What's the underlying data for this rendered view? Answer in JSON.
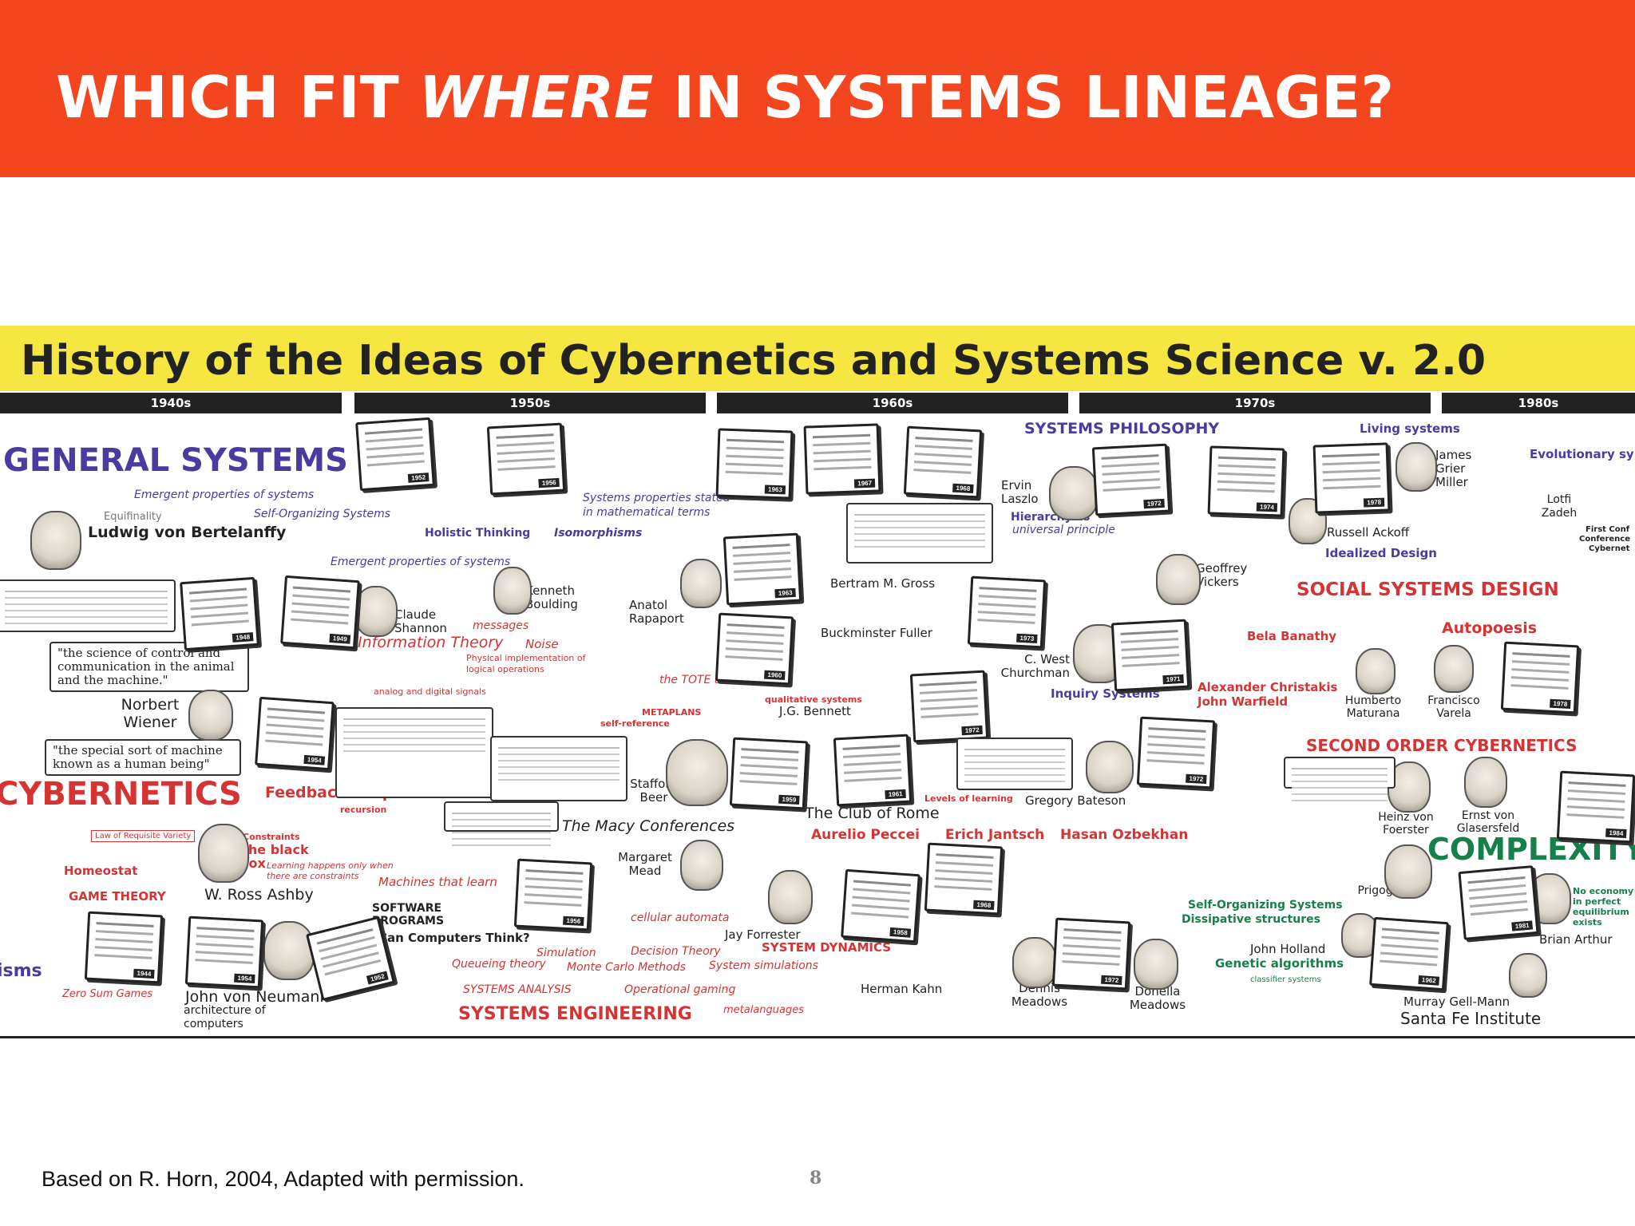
{
  "slide": {
    "title_pre": "WHICH FIT ",
    "title_em": "WHERE",
    "title_post": " IN SYSTEMS LINEAGE?",
    "footer": "Based on R. Horn, 2004, Adapted with permission.",
    "page_number": "8"
  },
  "poster": {
    "title": "History of the Ideas of Cybernetics and Systems Science v. 2.0",
    "decades": [
      "1940s",
      "1950s",
      "1960s",
      "1970s",
      "1980s"
    ],
    "headings": {
      "general_systems": "GENERAL SYSTEMS",
      "cybernetics": "CYBERNETICS",
      "systems_philosophy": "SYSTEMS PHILOSOPHY",
      "social_systems_design": "SOCIAL SYSTEMS DESIGN",
      "second_order": "SECOND ORDER CYBERNETICS",
      "complexity": "COMPLEXITY",
      "systems_engineering": "SYSTEMS ENGINEERING",
      "system_dynamics": "SYSTEM DYNAMICS",
      "game_theory": "GAME THEORY",
      "autopoesis": "Autopoesis",
      "living_systems": "Living systems",
      "evolutionary": "Evolutionary sy",
      "isms": "isms"
    },
    "people": {
      "bertelanffy": "Ludwig von Bertelanffy",
      "shannon": "Claude Shannon",
      "boulding": "Kenneth Boulding",
      "rapoport": "Anatol Rapaport",
      "wiener": "Norbert Wiener",
      "ashby": "W. Ross Ashby",
      "neumann": "John von Neumann",
      "beer": "Stafford Beer",
      "mead": "Margaret Mead",
      "forrester": "Jay Forrester",
      "gross": "Bertram M. Gross",
      "fuller": "Buckminster Fuller",
      "bennett": "J.G. Bennett",
      "kahn": "Herman Kahn",
      "laszlo": "Ervin Laszlo",
      "churchman": "C. West Churchman",
      "vickers": "Geoffrey Vickers",
      "bateson": "Gregory Bateson",
      "peccei": "Aurelio Peccei",
      "jantsch": "Erich Jantsch",
      "ozbekhan": "Hasan Ozbekhan",
      "d_meadows": "Dennis Meadows",
      "dl_meadows": "Donella Meadows",
      "miller": "James Grier Miller",
      "ackoff": "Russell Ackoff",
      "banathy": "Bela Banathy",
      "christakis": "Alexander Christakis",
      "warfield": "John Warfield",
      "maturana": "Humberto Maturana",
      "varela": "Francisco Varela",
      "foerster": "Heinz von Foerster",
      "glasersfeld": "Ernst von Glasersfeld",
      "prigogine": "Ilya Prigogine",
      "holland": "John Holland",
      "gellmann": "Murray Gell-Mann",
      "arthur": "Brian Arthur",
      "zadeh": "Lotfi Zadeh"
    },
    "concepts": {
      "emergent1": "Emergent properties of systems",
      "equifinality": "Equifinality",
      "self_org": "Self-Organizing Systems",
      "holistic": "Holistic Thinking",
      "isomorphisms": "Isomorphisms",
      "sys_props": "Systems properties stated",
      "sys_props2": "in mathematical terms",
      "emergent2": "Emergent properties of systems",
      "messages": "messages",
      "info_theory": "Information Theory",
      "noise": "Noise",
      "physical_impl": "Physical implementation of",
      "logical_ops": "logical operations",
      "analog": "analog and digital signals",
      "tote": "the TOTE unit",
      "metaplans": "METAPLANS",
      "self_ref": "self-reference",
      "qual_sys": "qualitative systems",
      "feedback": "Feedback Loops",
      "recursion": "recursion",
      "macy": "The Macy Conferences",
      "club_rome": "The Club of Rome",
      "black_box": "The black box",
      "constraints": "Constraints",
      "learning": "Learning happens only when",
      "learning2": "there are constraints",
      "homeostat": "Homeostat",
      "req_variety": "Law of Requisite Variety",
      "machines_learn": "Machines that learn",
      "software": "SOFTWARE",
      "programs": "PROGRAMS",
      "computers_think": "Can Computers Think?",
      "cellular": "cellular automata",
      "simulation": "Simulation",
      "decision": "Decision Theory",
      "queueing": "Queueing theory",
      "monte_carlo": "Monte Carlo Methods",
      "sys_sim": "System simulations",
      "sys_analysis": "SYSTEMS ANALYSIS",
      "op_gaming": "Operational gaming",
      "metalanguages": "metalanguages",
      "zero_sum": "Zero Sum Games",
      "architecture": "architecture of",
      "computers": "computers",
      "hierarchy": "Hierarchy as",
      "universal": "universal principle",
      "idealized": "Idealized Design",
      "inquiry": "Inquiry Systems",
      "levels_learning": "Levels of learning",
      "self_org2": "Self-Organizing Systems",
      "dissipative": "Dissipative structures",
      "genetic": "Genetic algorithms",
      "classifier": "classifier systems",
      "santa_fe": "Santa Fe Institute",
      "no_economy": "No economy",
      "perfect": "in perfect",
      "equilibrium": "equilibrium",
      "exists": "exists",
      "first_conf": "First Conf",
      "conference": "Conference",
      "cybernet": "Cybernet"
    },
    "quotes": {
      "wiener1_a": "\"the science of control and",
      "wiener1_b": "communication in the animal",
      "wiener1_c": "and the machine.\"",
      "wiener2_a": "\"the special sort of machine",
      "wiener2_b": "known as a human being\""
    },
    "years": [
      "1952",
      "1956",
      "1963",
      "1967",
      "1968",
      "1972",
      "1974",
      "1978",
      "1948",
      "1949",
      "1960",
      "1963",
      "1973",
      "1971",
      "1954",
      "1959",
      "1972",
      "1961",
      "1956",
      "1958",
      "1972",
      "1978",
      "1984",
      "1981",
      "1968",
      "1962",
      "1972",
      "1944",
      "1954",
      "1952"
    ]
  }
}
